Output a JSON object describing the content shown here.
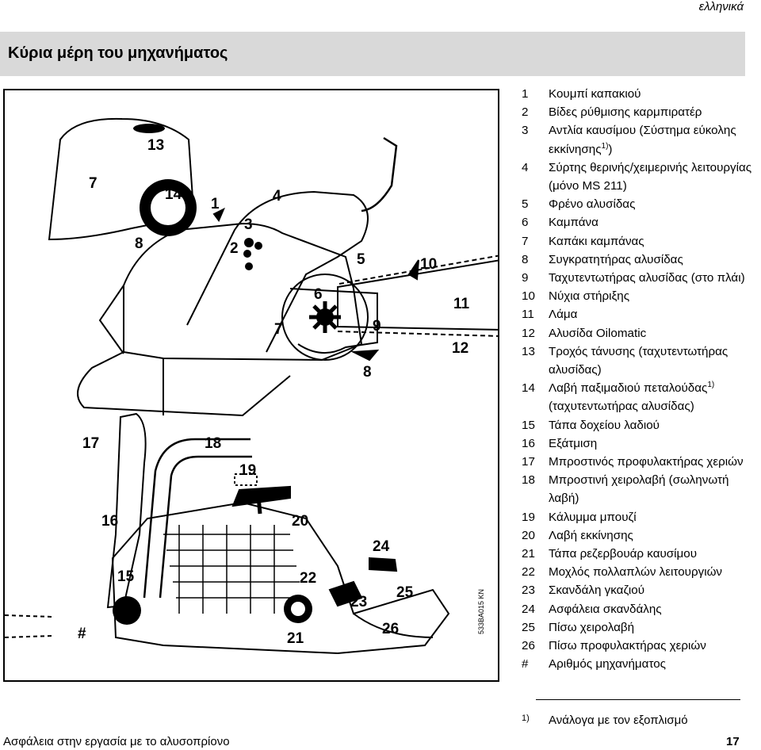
{
  "header": {
    "language": "ελληνικά",
    "title": "Κύρια μέρη του μηχανήματος"
  },
  "figure": {
    "image_code": "533BA015 KN",
    "callouts": [
      "13",
      "7",
      "14",
      "1",
      "4",
      "3",
      "8",
      "2",
      "5",
      "10",
      "6",
      "11",
      "7",
      "9",
      "12",
      "8",
      "17",
      "18",
      "19",
      "16",
      "20",
      "24",
      "15",
      "22",
      "23",
      "25",
      "#",
      "21",
      "26"
    ]
  },
  "legend": [
    {
      "num": "1",
      "text": "Κουμπί καπακιού"
    },
    {
      "num": "2",
      "text": "Βίδες ρύθμισης καρμπιρατέρ"
    },
    {
      "num": "3",
      "text": "Αντλία καυσίμου (Σύστημα εύκολης εκκίνησης",
      "sup": "1)",
      "tail": ")"
    },
    {
      "num": "4",
      "text": "Σύρτης θερινής/χειμερινής λειτουργίας (μόνο MS 211)"
    },
    {
      "num": "5",
      "text": "Φρένο αλυσίδας"
    },
    {
      "num": "6",
      "text": "Καμπάνα"
    },
    {
      "num": "7",
      "text": "Καπάκι καμπάνας"
    },
    {
      "num": "8",
      "text": "Συγκρατητήρας αλυσίδας"
    },
    {
      "num": "9",
      "text": "Ταχυτεντωτήρας αλυσίδας (στο πλάι)"
    },
    {
      "num": "10",
      "text": "Νύχια στήριξης"
    },
    {
      "num": "11",
      "text": "Λάμα"
    },
    {
      "num": "12",
      "text": "Αλυσίδα Oilomatic"
    },
    {
      "num": "13",
      "text": "Τροχός τάνυσης (ταχυτεντωτήρας αλυσίδας)"
    },
    {
      "num": "14",
      "text": "Λαβή παξιμαδιού πεταλούδας",
      "sup": "1)",
      "tail": " (ταχυτεντωτήρας αλυσίδας)"
    },
    {
      "num": "15",
      "text": "Τάπα δοχείου λαδιού"
    },
    {
      "num": "16",
      "text": "Εξάτμιση"
    },
    {
      "num": "17",
      "text": "Μπροστινός προφυλακτήρας χεριών"
    },
    {
      "num": "18",
      "text": "Μπροστινή χειρολαβή (σωληνωτή λαβή)"
    },
    {
      "num": "19",
      "text": "Κάλυμμα μπουζί"
    },
    {
      "num": "20",
      "text": "Λαβή εκκίνησης"
    },
    {
      "num": "21",
      "text": "Τάπα ρεζερβουάρ καυσίμου"
    },
    {
      "num": "22",
      "text": "Μοχλός πολλαπλών λειτουργιών"
    },
    {
      "num": "23",
      "text": "Σκανδάλη γκαζιού"
    },
    {
      "num": "24",
      "text": "Ασφάλεια σκανδάλης"
    },
    {
      "num": "25",
      "text": "Πίσω χειρολαβή"
    },
    {
      "num": "26",
      "text": "Πίσω προφυλακτήρας χεριών"
    },
    {
      "num": "#",
      "text": "Αριθμός μηχανήματος"
    }
  ],
  "footnote": {
    "mark": "1)",
    "text": "Ανάλογα με τον εξοπλισμό"
  },
  "footer": {
    "left": "Ασφάλεια στην εργασία με το αλυσοπρίονο",
    "page": "17"
  }
}
